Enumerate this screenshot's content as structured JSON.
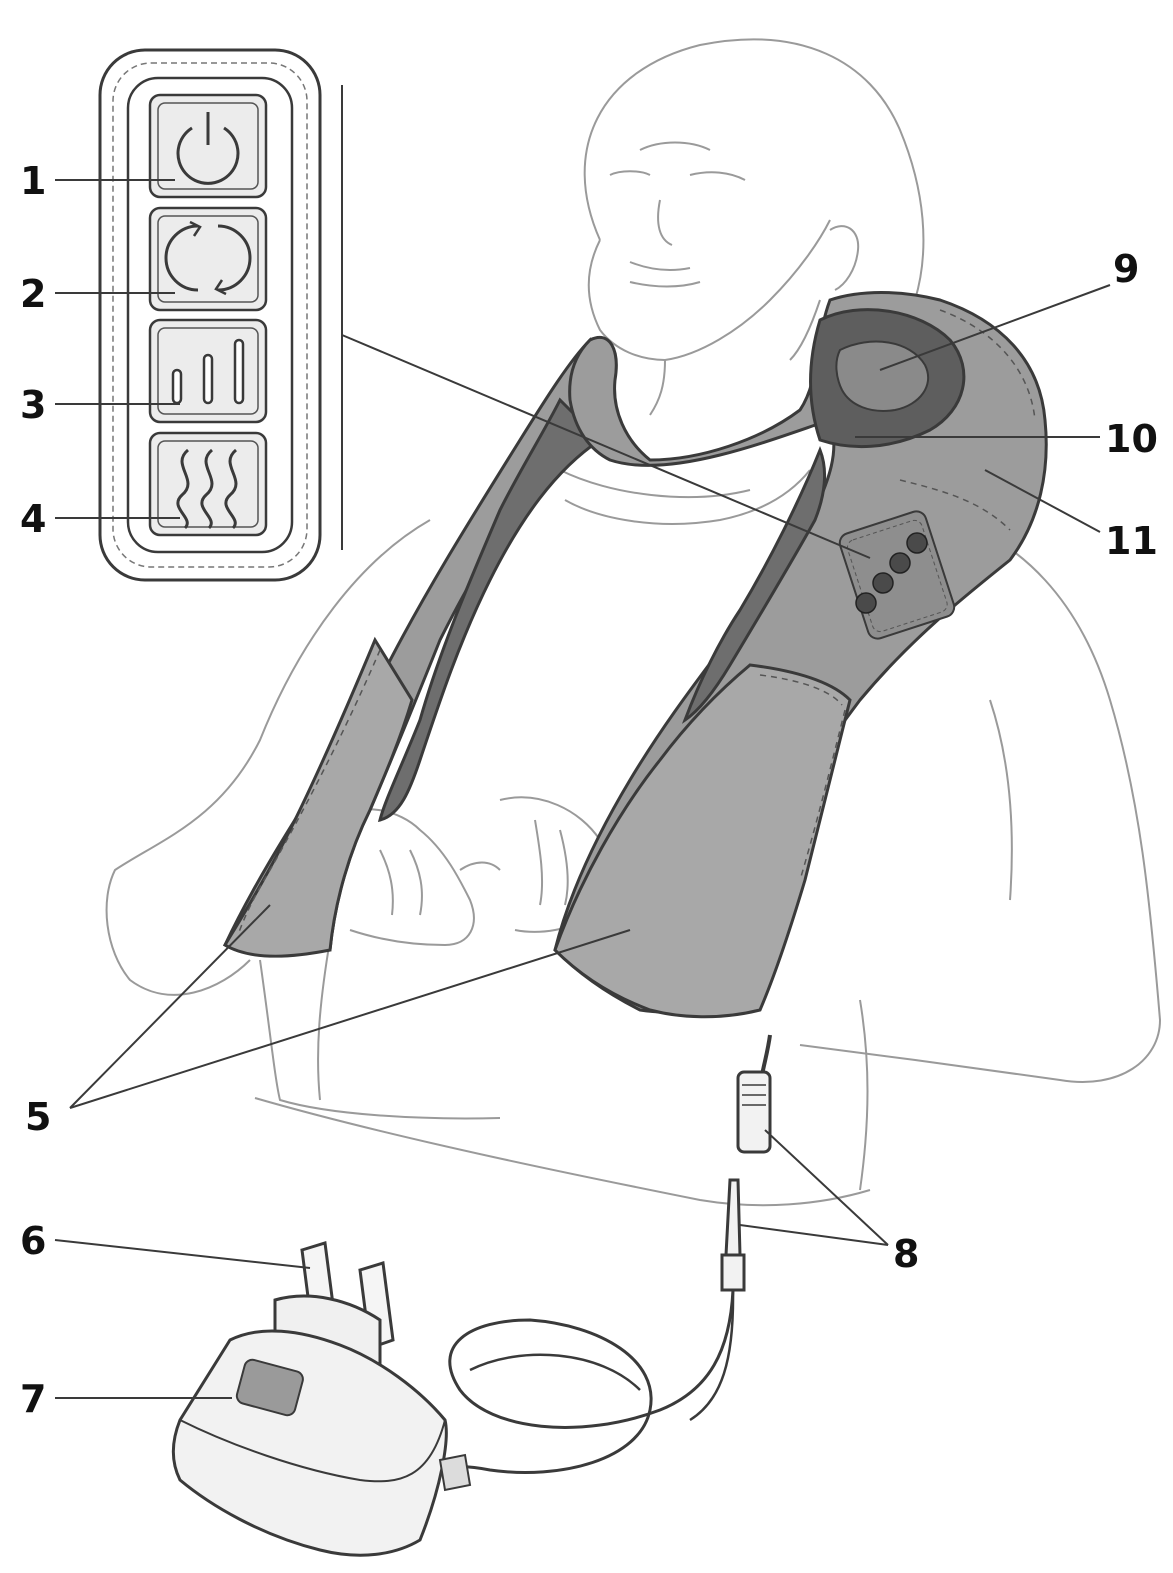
{
  "colors": {
    "outline": "#3a3a3a",
    "thin_line": "#8a8a8a",
    "fabric": "#9c9c9c",
    "fabric_dark": "#6e6e6e",
    "panel_fill": "#ececec",
    "background": "#ffffff"
  },
  "icons": {
    "power": "power-icon",
    "mode": "rotate-arrows-icon",
    "intensity": "bars-icon",
    "heat": "heat-waves-icon"
  },
  "callouts": {
    "c1": "1",
    "c2": "2",
    "c3": "3",
    "c4": "4",
    "c5": "5",
    "c6": "6",
    "c7": "7",
    "c8": "8",
    "c9": "9",
    "c10": "10",
    "c11": "11"
  }
}
